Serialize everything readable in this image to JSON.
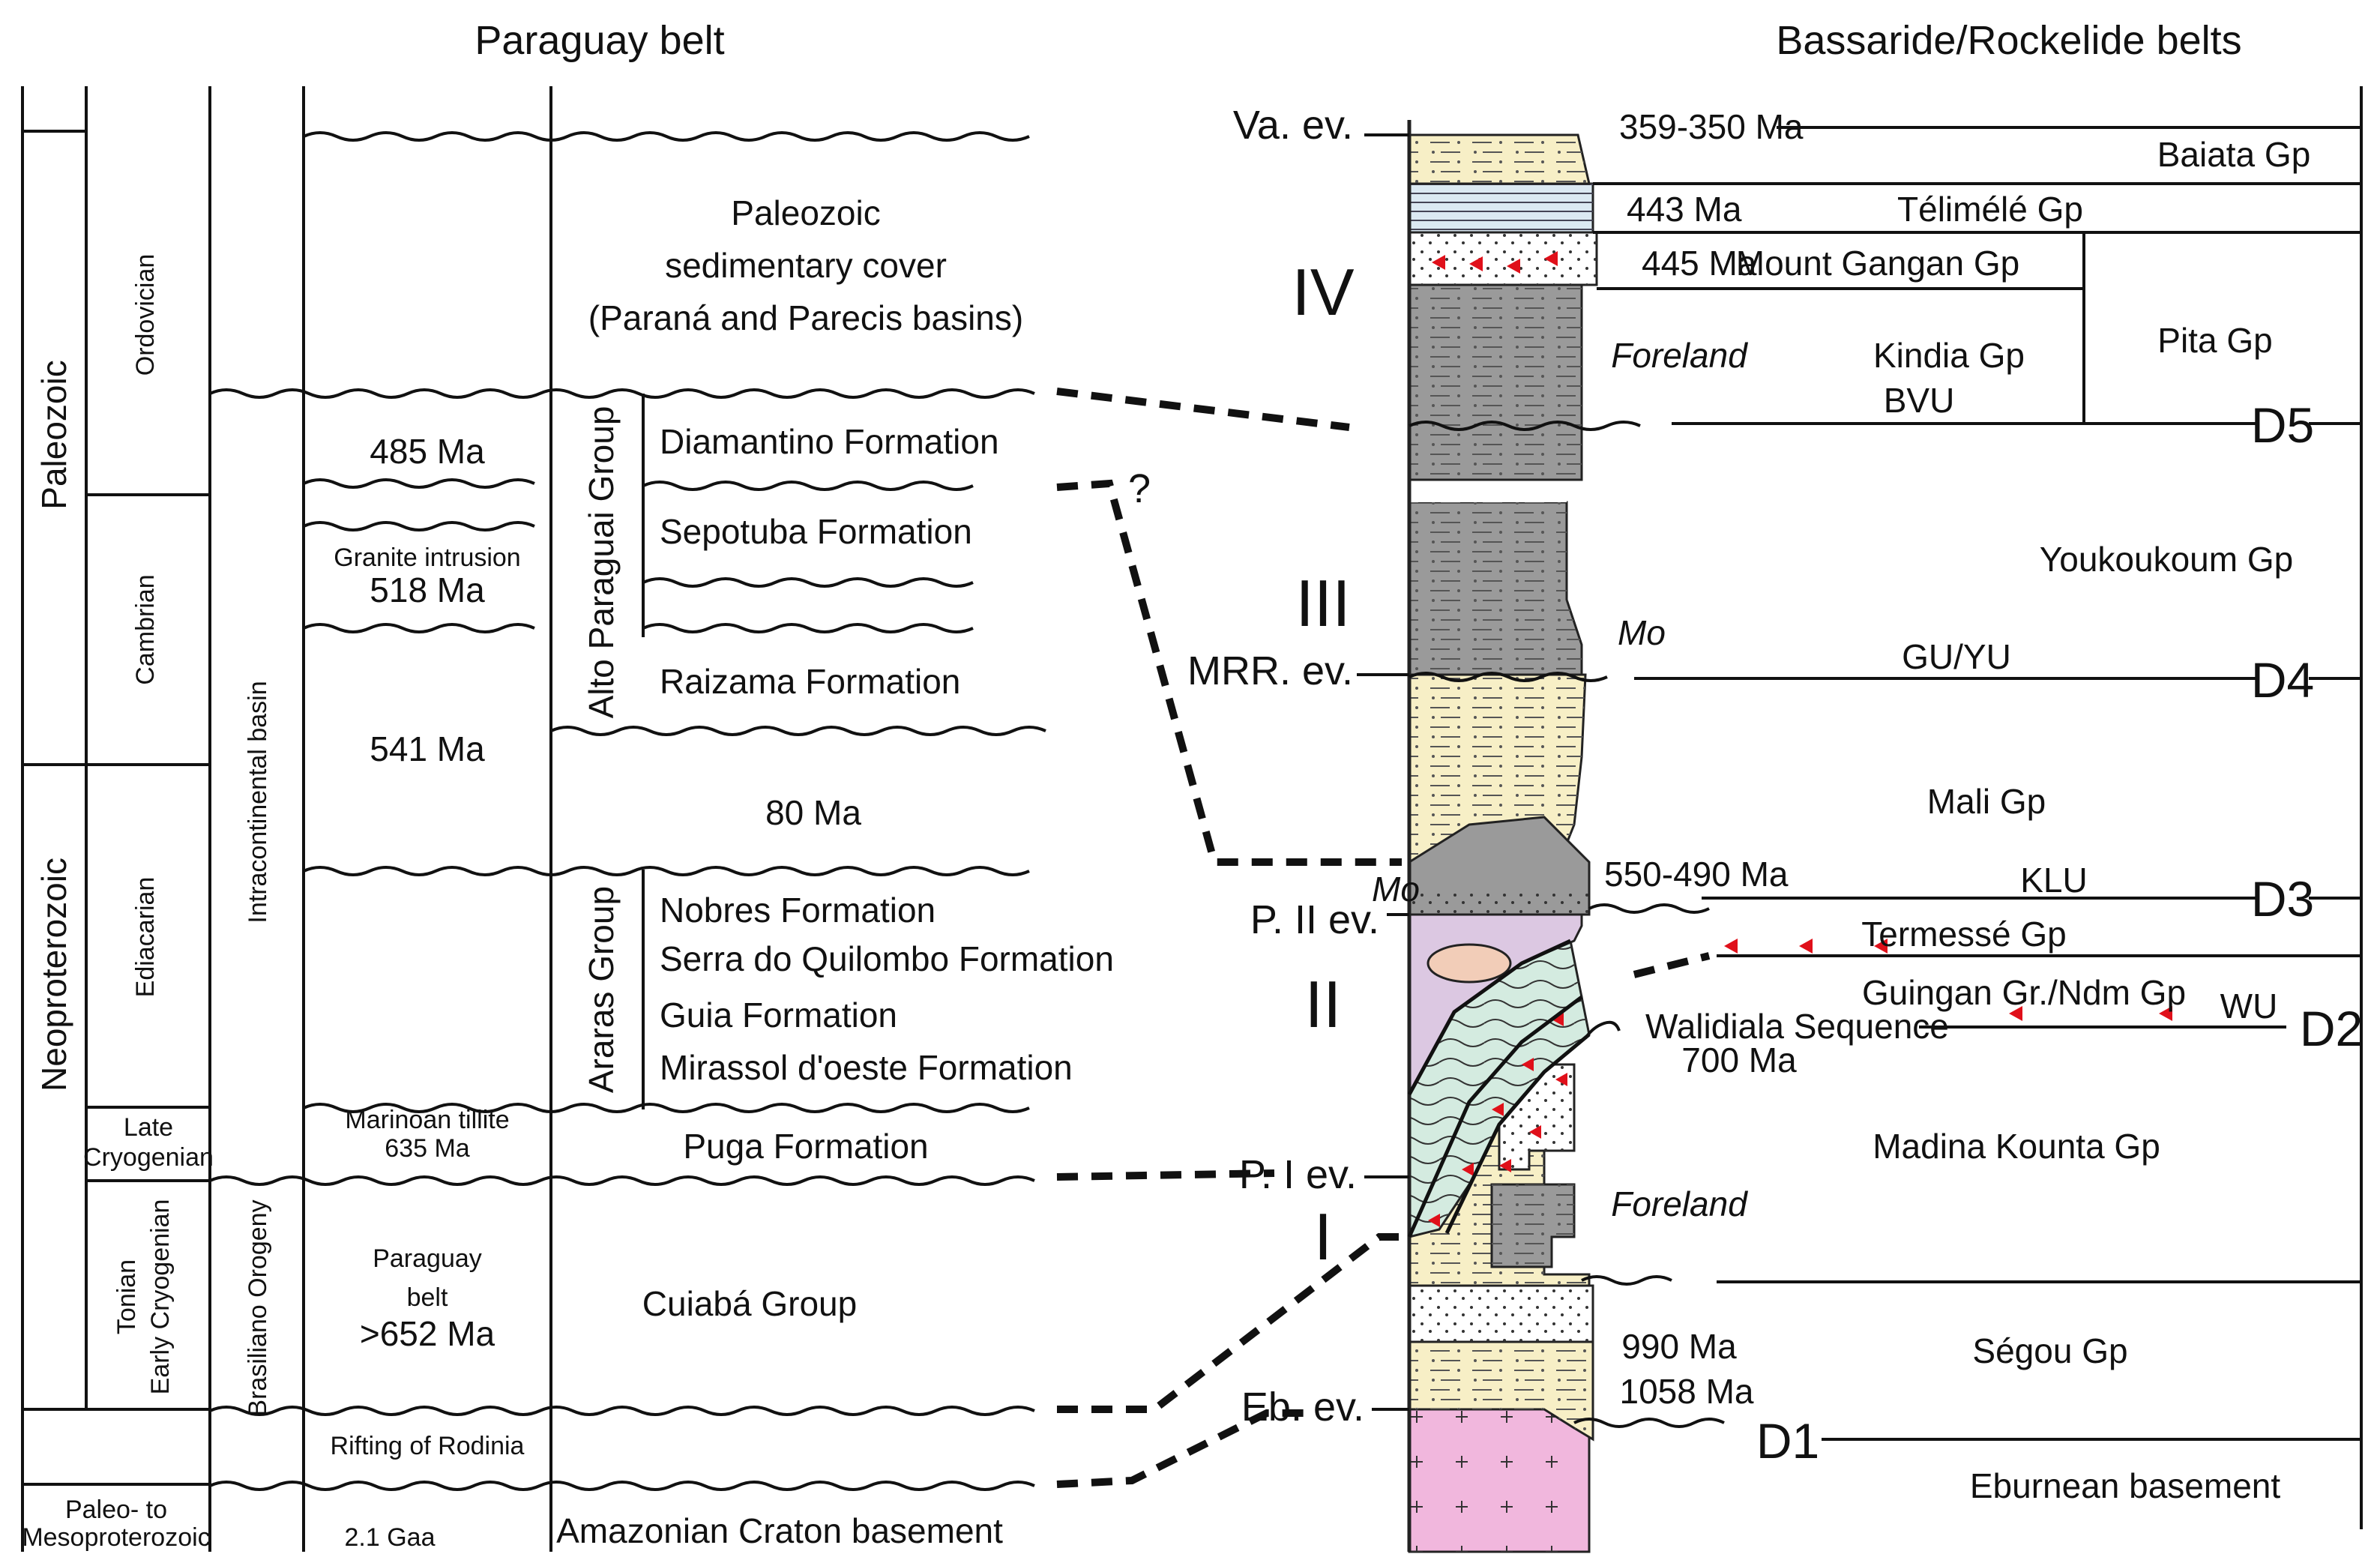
{
  "titles": {
    "left": "Paraguay belt",
    "right": "Bassaride/Rockelide belts"
  },
  "paraguay": {
    "eras": [
      "Paleozoic",
      "Neoproterozoic",
      "Paleo- to",
      "Mesoproterozoic"
    ],
    "periods": [
      "Ordovician",
      "Cambrian",
      "Ediacarian",
      "Late",
      "Cryogenian",
      "Tonian",
      "Early Cryogenian"
    ],
    "basin": "Intracontinental basin",
    "orogeny": "Brasiliano Orogeny",
    "ages": {
      "a485": "485 Ma",
      "granite": "Granite intrusion",
      "a518": "518 Ma",
      "a541": "541 Ma",
      "marinoan": "Marinoan tillite",
      "a635": "635 Ma",
      "pb1": "Paraguay",
      "pb2": "belt",
      "pb3": ">652 Ma",
      "rifting": "Rifting of Rodinia",
      "a21": "2.1 Gaa"
    },
    "cover": [
      "Paleozoic",
      "sedimentary cover",
      "(Paraná and Parecis basins)"
    ],
    "groups": {
      "alto": "Alto Paraguai Group",
      "araras": "Araras Group"
    },
    "formations": {
      "diamantino": "Diamantino Formation",
      "sepotuba": "Sepotuba Formation",
      "raizama": "Raizama Formation",
      "gap": "80 Ma",
      "nobres": "Nobres Formation",
      "serra": "Serra do Quilombo Formation",
      "guia": "Guia Formation",
      "mirassol": "Mirassol d'oeste Formation",
      "puga": "Puga Formation",
      "cuiaba": "Cuiabá Group",
      "amazonian": "Amazonian Craton basement"
    }
  },
  "column": {
    "events": {
      "va": "Va. ev.",
      "mrr": "MRR. ev.",
      "p2": "P. II ev.",
      "p1": "P. I ev.",
      "eb": "Eb. ev."
    },
    "phases": [
      "IV",
      "III",
      "II",
      "I"
    ],
    "question": "?",
    "mo1": "Mo",
    "mo2": "Mo",
    "foreland1": "Foreland",
    "foreland2": "Foreland"
  },
  "bassaride": {
    "ages": {
      "a359": "359-350 Ma",
      "a443": "443 Ma",
      "a445": "445 Ma",
      "a550": "550-490 Ma",
      "a700": "700 Ma",
      "a990": "990 Ma",
      "a1058": "1058 Ma"
    },
    "units": {
      "baiata": "Baiata Gp",
      "telimele": "Télimélé Gp",
      "gangan": "Mount Gangan Gp",
      "kindia": "Kindia Gp",
      "bvu": "BVU",
      "pita": "Pita Gp",
      "youkoukoum": "Youkoukoum Gp",
      "guyu": "GU/YU",
      "mali": "Mali Gp",
      "klu": "KLU",
      "termesse": "Termessé Gp",
      "guingan": "Guingan Gr./Ndm Gp",
      "wu": "WU",
      "walidiala": "Walidiala Sequence",
      "madina": "Madina Kounta Gp",
      "segou": "Ségou Gp",
      "eburnean": "Eburnean basement"
    },
    "deformation": [
      "D5",
      "D4",
      "D3",
      "D2",
      "D1"
    ]
  },
  "colors": {
    "yellow": "#f7efc6",
    "gray": "#9a9a9a",
    "lightblue": "#dbe9f2",
    "lavender": "#dcc8e2",
    "pink": "#f1b7dd",
    "peach": "#f2cdb8",
    "mint": "#d4ebe0",
    "red": "#e0101a"
  }
}
